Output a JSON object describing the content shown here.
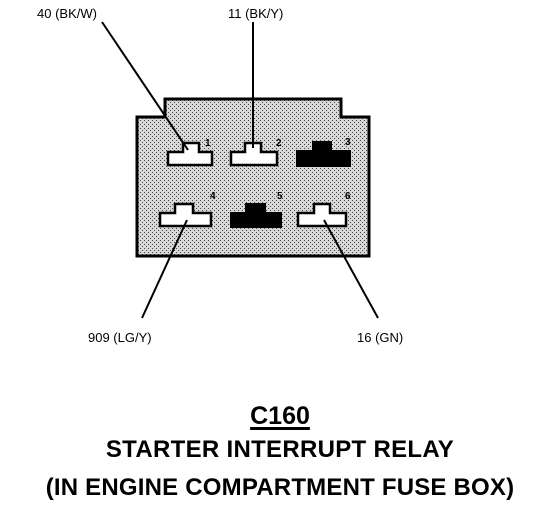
{
  "connector": {
    "id": "C160",
    "name": "STARTER INTERRUPT RELAY",
    "location": "(IN ENGINE COMPARTMENT FUSE BOX)",
    "fill_color": "#c8c8c8",
    "terminal_color": "#000000",
    "cavities": [
      {
        "number": "1",
        "state": "used"
      },
      {
        "number": "2",
        "state": "used"
      },
      {
        "number": "3",
        "state": "blocked"
      },
      {
        "number": "4",
        "state": "used"
      },
      {
        "number": "5",
        "state": "blocked"
      },
      {
        "number": "6",
        "state": "used"
      }
    ]
  },
  "wires": [
    {
      "circuit": "40",
      "color": "BK/W",
      "label": "40 (BK/W)",
      "cavity": "1"
    },
    {
      "circuit": "11",
      "color": "BK/Y",
      "label": "11 (BK/Y)",
      "cavity": "2"
    },
    {
      "circuit": "909",
      "color": "LG/Y",
      "label": "909 (LG/Y)",
      "cavity": "4"
    },
    {
      "circuit": "16",
      "color": "GN",
      "label": "16 (GN)",
      "cavity": "6"
    }
  ]
}
